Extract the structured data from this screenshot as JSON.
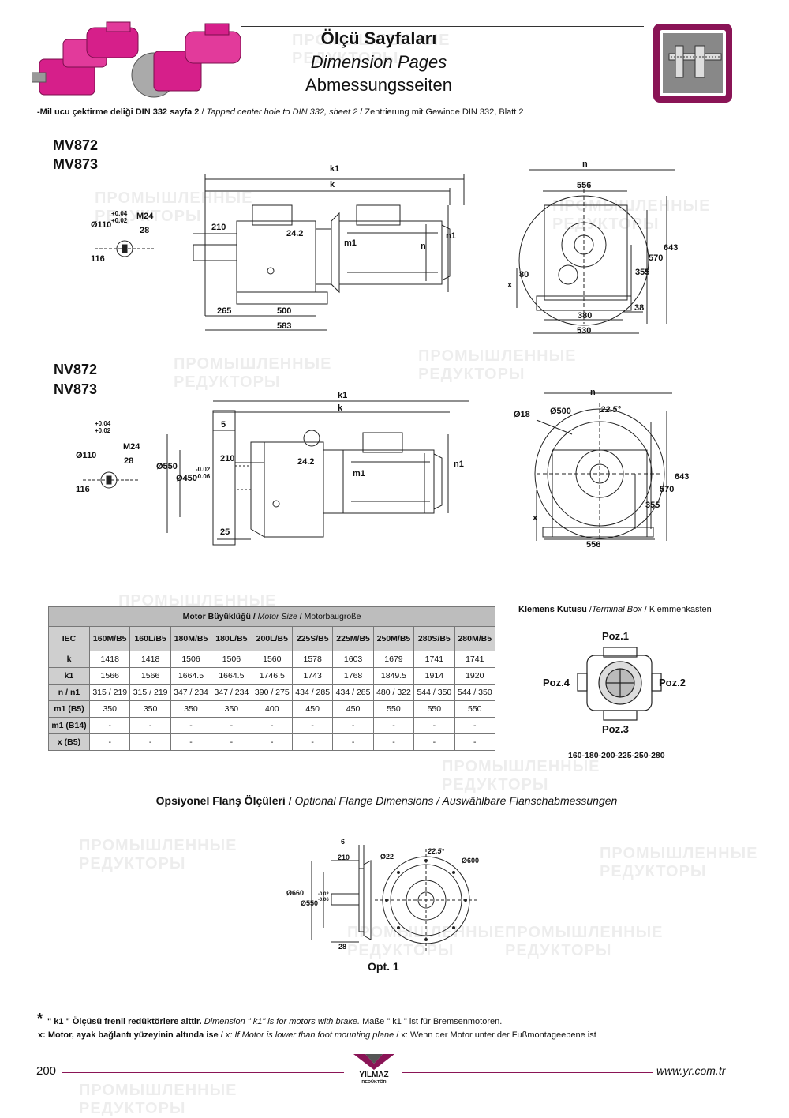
{
  "header": {
    "title_tr": "Ölçü Sayfaları",
    "title_en": "Dimension Pages",
    "title_de": "Abmessungsseiten"
  },
  "top_note": {
    "tr": "-Mil ucu çektirme deliği DIN 332 sayfa 2",
    "en": "Tapped center hole to DIN 332, sheet 2",
    "de": "Zentrierung mit Gewinde DIN 332, Blatt 2",
    "sep": " / "
  },
  "section_mv": {
    "model1": "MV872",
    "model2": "MV873"
  },
  "section_nv": {
    "model1": "NV872",
    "model2": "NV873"
  },
  "mv_dims": {
    "k1": "k1",
    "k": "k",
    "d110": "Ø110",
    "tol_up": "+0.04",
    "tol_dn": "+0.02",
    "m24": "M24",
    "d28": "28",
    "d116": "116",
    "d210": "210",
    "d24_2": "24.2",
    "m1": "m1",
    "n": "n",
    "n1": "n1",
    "d265": "265",
    "d500": "500",
    "d583": "583",
    "side_n": "n",
    "d556": "556",
    "d643": "643",
    "d570": "570",
    "d355": "355",
    "d80": "80",
    "x": "x",
    "d38": "38",
    "d380": "380",
    "d530": "530"
  },
  "nv_dims": {
    "k1": "k1",
    "k": "k",
    "d5": "5",
    "d110": "Ø110",
    "tol_up": "+0.04",
    "tol_dn": "+0.02",
    "m24": "M24",
    "d28": "28",
    "d116": "116",
    "d550": "Ø550",
    "d450": "Ø450",
    "tol2_up": "-0.02",
    "tol2_dn": "-0.06",
    "d210": "210",
    "d24_2": "24.2",
    "m1": "m1",
    "n1": "n1",
    "d25": "25",
    "side_n": "n",
    "d18": "Ø18",
    "d500": "Ø500",
    "ang": "22.5°",
    "d643": "643",
    "d570": "570",
    "d355": "355",
    "x": "x",
    "d556": "556"
  },
  "motor_table": {
    "caption_tr": "Motor Büyüklüğü",
    "caption_en": "Motor Size",
    "caption_de": "Motorbaugroße",
    "header": [
      "IEC",
      "160M/B5",
      "160L/B5",
      "180M/B5",
      "180L/B5",
      "200L/B5",
      "225S/B5",
      "225M/B5",
      "250M/B5",
      "280S/B5",
      "280M/B5"
    ],
    "rows": [
      {
        "label": "k",
        "values": [
          "1418",
          "1418",
          "1506",
          "1506",
          "1560",
          "1578",
          "1603",
          "1679",
          "1741",
          "1741"
        ]
      },
      {
        "label": "k1",
        "values": [
          "1566",
          "1566",
          "1664.5",
          "1664.5",
          "1746.5",
          "1743",
          "1768",
          "1849.5",
          "1914",
          "1920"
        ]
      },
      {
        "label": "n / n1",
        "values": [
          "315 / 219",
          "315 / 219",
          "347 / 234",
          "347 / 234",
          "390 / 275",
          "434 / 285",
          "434 / 285",
          "480 / 322",
          "544 / 350",
          "544 / 350"
        ]
      },
      {
        "label": "m1 (B5)",
        "values": [
          "350",
          "350",
          "350",
          "350",
          "400",
          "450",
          "450",
          "550",
          "550",
          "550"
        ]
      },
      {
        "label": "m1 (B14)",
        "values": [
          "-",
          "-",
          "-",
          "-",
          "-",
          "-",
          "-",
          "-",
          "-",
          "-"
        ]
      },
      {
        "label": "x (B5)",
        "values": [
          "-",
          "-",
          "-",
          "-",
          "-",
          "-",
          "-",
          "-",
          "-",
          "-"
        ]
      }
    ]
  },
  "terminal_box": {
    "title_tr": "Klemens Kutusu",
    "title_en": "Terminal Box",
    "title_de": "Klemmenkasten",
    "poz1": "Poz.1",
    "poz2": "Poz.2",
    "poz3": "Poz.3",
    "poz4": "Poz.4",
    "sizes": "160-180-200-225-250-280"
  },
  "optional_flange": {
    "title_tr": "Opsiyonel Flanş Ölçüleri",
    "title_en": "Optional Flange Dimensions",
    "title_de": "Auswählbare Flanschabmessungen",
    "d6": "6",
    "d210": "210",
    "d660": "Ø660",
    "d550": "Ø550",
    "tol_up": "-0.02",
    "tol_dn": "-0.06",
    "d28": "28",
    "d22": "Ø22",
    "ang": "22.5°",
    "d600": "Ø600",
    "caption": "Opt. 1"
  },
  "footnotes": {
    "star": "*",
    "k1_tr": "\" k1 \" Ölçüsü frenli redüktörlere aittir.",
    "k1_en": "Dimension \" k1\" is for motors with brake.",
    "k1_de": "Maße \" k1 \" ist für Bremsenmotoren.",
    "x_tr": "x: Motor, ayak bağlantı yüzeyinin altında ise",
    "x_en": "x: If Motor is lower than foot mounting plane",
    "x_de": "x: Wenn der Motor unter der Fußmontageebene ist"
  },
  "footer": {
    "page": "200",
    "logo_text": "YILMAZ",
    "logo_sub": "REDÜKTÖR",
    "url": "www.yr.com.tr"
  },
  "watermark": {
    "line1": "ПРОМЫШЛЕННЫЕ",
    "line2": "РЕДУКТОРЫ"
  },
  "colors": {
    "accent": "#8a1456",
    "product_pink": "#d61f8a"
  }
}
